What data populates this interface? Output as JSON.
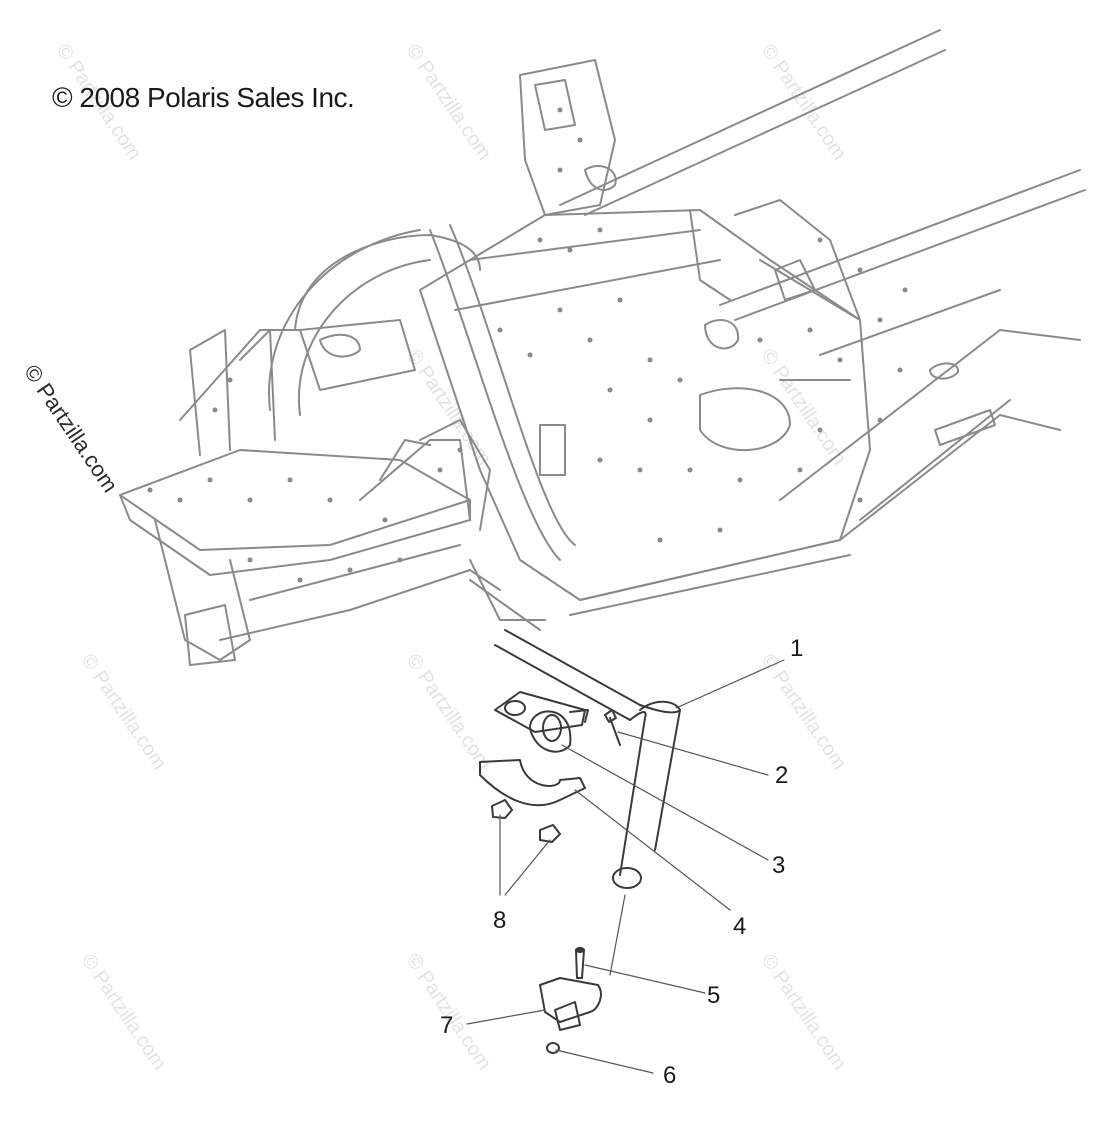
{
  "copyright": "© 2008 Polaris Sales Inc.",
  "side_watermark": "© Partzilla.com",
  "watermark": "© Partzilla.com",
  "callouts": {
    "c1": "1",
    "c2": "2",
    "c3": "3",
    "c4": "4",
    "c5": "5",
    "c6": "6",
    "c7": "7",
    "c8": "8"
  },
  "colors": {
    "line": "#8a8a8a",
    "dark": "#1a1a1a",
    "watermark": "#e2e2e2"
  }
}
